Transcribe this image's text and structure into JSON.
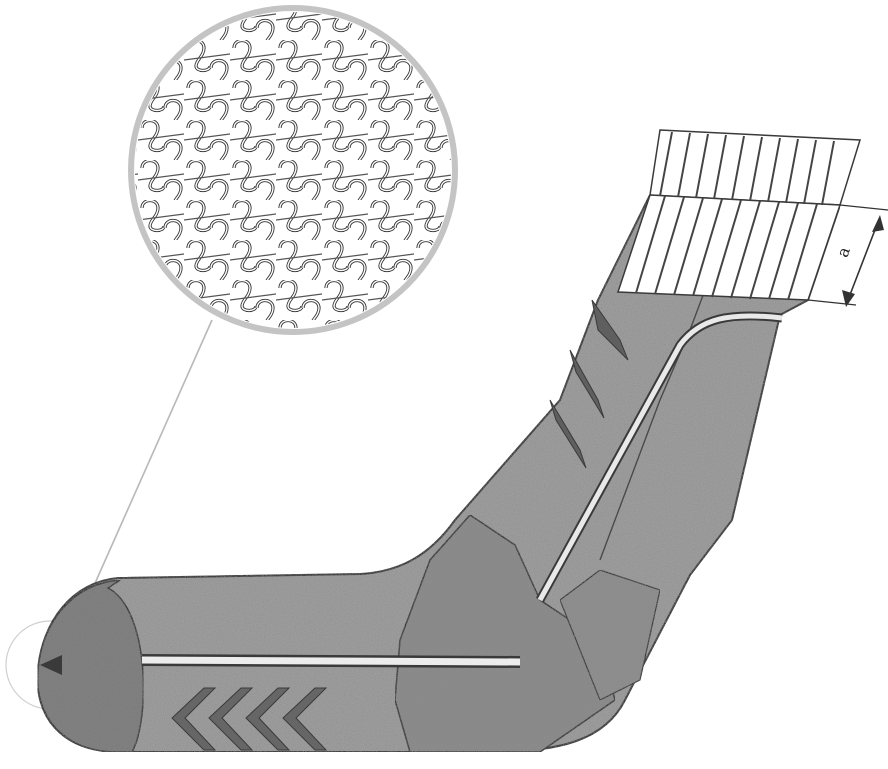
{
  "diagram": {
    "dimension": {
      "label": "a"
    },
    "colors": {
      "sock_fill": "#9c9c9c",
      "sock_dark": "#7d7d7d",
      "outline": "#3a3a3a",
      "rib_stripe": "#444444",
      "leader_line": "#b8b8b8",
      "loupe_border": "#c4c4c4"
    },
    "parts": [
      "knit-loop-magnifier",
      "sock-cuff",
      "sock-leg",
      "sock-foot",
      "heel",
      "toe",
      "sole-chevrons",
      "leg-chevrons",
      "cushion-channel-leg",
      "cushion-channel-foot"
    ]
  }
}
